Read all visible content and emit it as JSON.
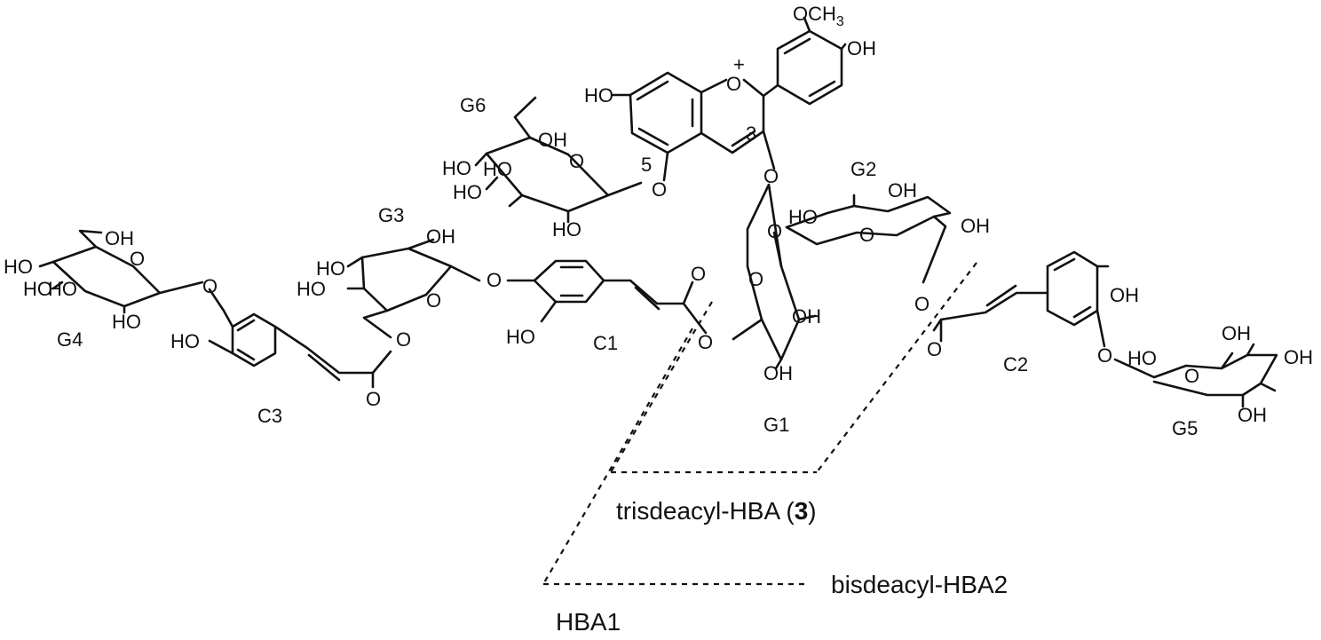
{
  "captions": {
    "trisdeacyl_prefix": "trisdeacyl-HBA (",
    "trisdeacyl_number": "3",
    "trisdeacyl_suffix": ")",
    "bisdeacyl": "bisdeacyl-HBA2",
    "hba1": "HBA1"
  },
  "unit_labels": {
    "g1": "G1",
    "g2": "G2",
    "g3": "G3",
    "g4": "G4",
    "g5": "G5",
    "g6": "G6",
    "c1": "C1",
    "c2": "C2",
    "c3": "C3"
  },
  "positions": {
    "pos3": "3",
    "pos5": "5"
  },
  "atoms": {
    "oh": "OH",
    "ho": "HO",
    "o": "O",
    "och3_prefix": "OCH",
    "och3_sub": "3",
    "plus": "+"
  }
}
